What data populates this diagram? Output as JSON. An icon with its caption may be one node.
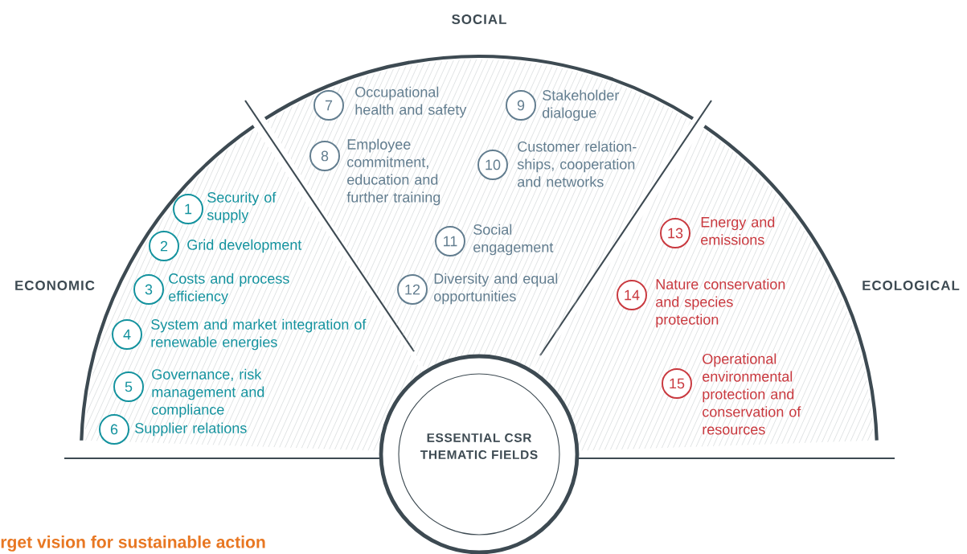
{
  "diagram": {
    "nodes": [
      {
        "text": [
          "ECONOMIC"
        ]
      },
      {
        "text": [
          "1"
        ],
        "beside": [
          "Security of supply"
        ],
        "in": 0
      },
      {
        "text": [
          "2"
        ],
        "beside": [
          "Grid development"
        ],
        "in": 0
      },
      {
        "text": [
          "3"
        ],
        "beside": [
          "Costs and process efficiency"
        ],
        "in": 0
      },
      {
        "text": [
          "4"
        ],
        "beside": [
          "System and market integration of renewable energies"
        ],
        "in": 0
      },
      {
        "text": [
          "5"
        ],
        "beside": [
          "Governance, risk management and compliance"
        ],
        "in": 0
      },
      {
        "text": [
          "6"
        ],
        "beside": [
          "Supplier relations"
        ],
        "in": 0
      },
      {
        "text": [
          "SOCIAL"
        ]
      },
      {
        "text": [
          "7"
        ],
        "beside": [
          "Occupational health and safety"
        ],
        "in": 7
      },
      {
        "text": [
          "8"
        ],
        "beside": [
          "Employee commitment, education and further training"
        ]
      },
      {
        "text": [
          "9"
        ],
        "beside": [
          "Stakeholder dialogue"
        ],
        "in": 7
      },
      {
        "text": [
          "10"
        ],
        "beside": [
          "Customer relation-ships, cooperation and networks"
        ],
        "in": 7
      },
      {
        "text": [
          "11"
        ],
        "beside": [
          "Social engagement"
        ],
        "in": 7
      },
      {
        "text": [
          "12"
        ],
        "beside": [
          "Diversity and equal opportunities"
        ],
        "in": 7
      },
      {
        "text": [
          "ECOLOGICAL"
        ]
      },
      {
        "text": [
          "13"
        ],
        "beside": [
          "Energy and emissions"
        ]
      },
      {
        "text": [
          "14"
        ],
        "beside": [
          "Nature conservation and species protection"
        ]
      },
      {
        "text": [
          "15"
        ],
        "beside": [
          "Operational environmental protection and conservation of resources"
        ],
        "in": 14
      },
      {
        "text": [
          "ESSENTIAL CSR THEMATIC FIELDS"
        ]
      }
    ],
    "labels": [
      "rget vision for sustainable action"
    ]
  }
}
